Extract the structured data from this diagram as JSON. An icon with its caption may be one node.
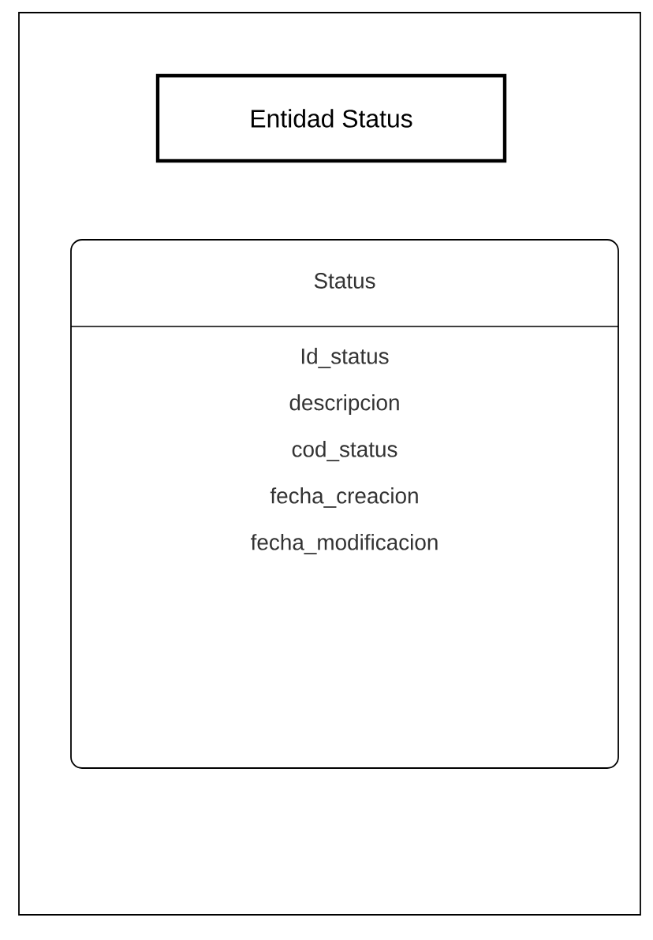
{
  "diagram": {
    "nodes": [
      {
        "text": [
          "Entidad Status"
        ]
      },
      {
        "text": [
          "Status",
          "Id_status",
          "descripcion",
          "cod_status",
          "fecha_creacion",
          "fecha_modificacion"
        ]
      }
    ]
  }
}
